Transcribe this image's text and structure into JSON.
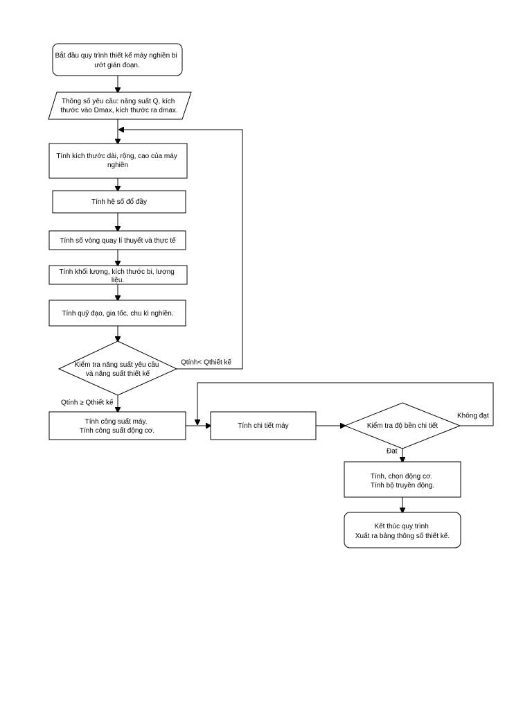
{
  "diagram": {
    "nodes": {
      "start": {
        "lines": [
          "Bắt đầu quy trình thiết kế máy nghiền bi",
          "ướt gián đoạn."
        ]
      },
      "input": {
        "lines": [
          "Thông số yêu cầu: năng suất Q, kích",
          "thước vào Dmax, kích thước ra dmax."
        ]
      },
      "dimensions": {
        "lines": [
          "Tính kích thước dài, rộng, cao của máy",
          "nghiền"
        ]
      },
      "fill_ratio": {
        "lines": [
          "Tính hệ số đổ đầy"
        ]
      },
      "rotation": {
        "lines": [
          "Tính số vòng quay lí thuyết và thực tế"
        ]
      },
      "mass": {
        "lines": [
          "Tính khối lượng, kích thước bi, lượng",
          "liệu."
        ]
      },
      "trajectory": {
        "lines": [
          "Tính quỹ đạo, gia tốc, chu kì nghiền."
        ]
      },
      "check_capacity": {
        "lines": [
          "Kiểm tra năng suất yêu cầu",
          "và năng suất thiết kế"
        ]
      },
      "power": {
        "lines": [
          "Tính công suất máy.",
          "Tính công suất động cơ."
        ]
      },
      "details": {
        "lines": [
          "Tính chi tiết máy"
        ]
      },
      "check_strength": {
        "lines": [
          "Kiểm tra độ bền chi tiết"
        ]
      },
      "motor": {
        "lines": [
          "Tính, chọn động cơ.",
          "Tính bộ truyền động."
        ]
      },
      "end": {
        "lines": [
          "Kết thúc quy trình",
          "Xuất ra bảng thông số thiết kế."
        ]
      }
    },
    "edge_labels": {
      "capacity_fail": "Qtính< Qthiết kế",
      "capacity_pass": "Qtính ≥ Qthiết kế",
      "strength_fail": "Không đạt",
      "strength_pass": "Đạt"
    }
  }
}
